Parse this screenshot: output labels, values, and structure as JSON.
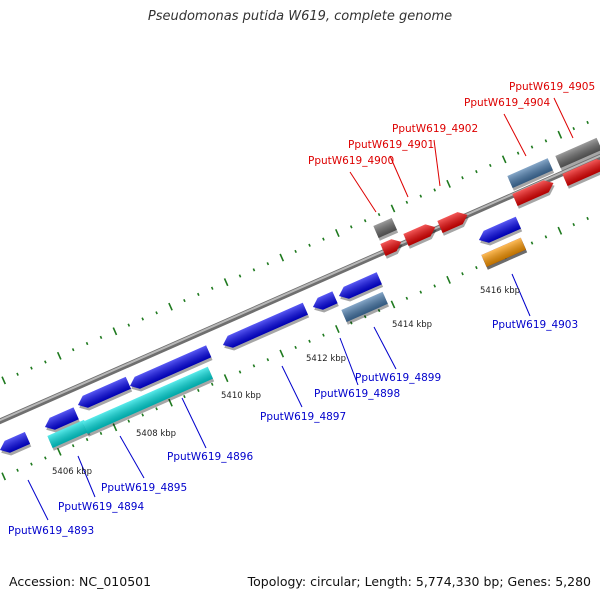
{
  "title": "Pseudomonas putida W619, complete genome",
  "footer": {
    "accession": "Accession: NC_010501",
    "stats": "Topology: circular; Length: 5,774,330 bp; Genes: 5,280"
  },
  "colors": {
    "plus_label": "#dd0000",
    "minus_label": "#0000cc",
    "backbone": "#8c8c8c",
    "tick": "#1f7a1f"
  },
  "scale_labels": [
    "5406 kbp",
    "5408 kbp",
    "5410 kbp",
    "5412 kbp",
    "5414 kbp",
    "5416 kbp"
  ],
  "genes": [
    {
      "id": "g_left_edge",
      "label": "",
      "color": "#0000ee"
    },
    {
      "id": "g4893",
      "label": "PputW619_4893",
      "color": "#0000ee"
    },
    {
      "id": "g4894",
      "label": "PputW619_4894",
      "color": "#0000ee"
    },
    {
      "id": "g4895",
      "label": "PputW619_4895",
      "color": "#0000ee"
    },
    {
      "id": "g_mid",
      "label": "",
      "color": "#0000ee"
    },
    {
      "id": "g4896",
      "label": "PputW619_4896",
      "color": "#0000ee"
    },
    {
      "id": "g4897",
      "label": "PputW619_4897",
      "color": "#0000ee"
    },
    {
      "id": "g4898",
      "label": "PputW619_4898",
      "color": "#0000ee"
    },
    {
      "id": "g4899",
      "label": "PputW619_4899",
      "color": "#4477aa"
    },
    {
      "id": "g_cyan_a",
      "label": "",
      "color": "#00e0e0"
    },
    {
      "id": "g_cyan_b",
      "label": "",
      "color": "#00e0e0"
    },
    {
      "id": "g4900",
      "label": "PputW619_4900",
      "color": "#666666"
    },
    {
      "id": "g4901",
      "label": "PputW619_4901",
      "color": "#ee0000"
    },
    {
      "id": "g4902",
      "label": "PputW619_4902",
      "color": "#ee0000"
    },
    {
      "id": "g_red_small",
      "label": "",
      "color": "#ee0000"
    },
    {
      "id": "g4903",
      "label": "PputW619_4903",
      "color": "#0000ee"
    },
    {
      "id": "g4903b",
      "label": "",
      "color": "#ff9900"
    },
    {
      "id": "g4904",
      "label": "PputW619_4904",
      "color": "#4477aa"
    },
    {
      "id": "g4905",
      "label": "PputW619_4905",
      "color": "#666666"
    },
    {
      "id": "g_red_right_a",
      "label": "",
      "color": "#ee0000"
    },
    {
      "id": "g_red_right_b",
      "label": "",
      "color": "#ee0000"
    }
  ]
}
